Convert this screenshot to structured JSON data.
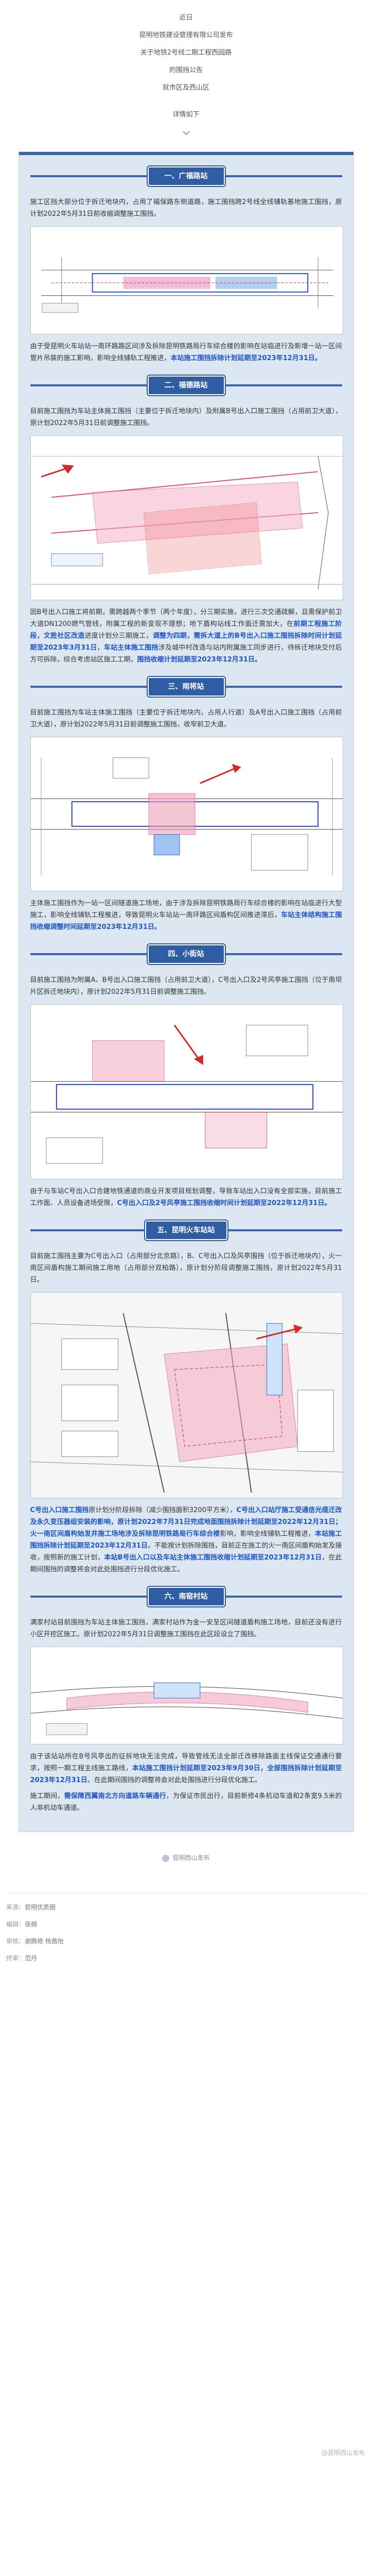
{
  "intro": {
    "line1": "近日",
    "line2": "昆明地铁建设管理有限公司发布",
    "line3": "关于地铁2号线二期工程西园路",
    "line4": "的围挡公告",
    "line5": "就市区及西山区",
    "detail": "详情如下",
    "icon": "chevron-down-icon"
  },
  "accent": "#2f5da4",
  "highlight": "#1e55c8",
  "sections": [
    {
      "title": "一、广福路站",
      "paras": [
        {
          "pre": "施工区挡大部分位于拆迁地块内，占用了福保路东侧道路，施工围挡跨2号线全线铺轨基地施工围挡，原计划2022年5月31日前收缩调整施工围挡。",
          "hl": "",
          "post": ""
        },
        {
          "pre": "由于受昆明火车站站一南环路路区间涉及拆除昆明铁路局行车综合楼的影响在站临进行及新增一站一区间管片吊装的施工影响，影响全线铺轨工程推进，",
          "hl": "本站施工围挡拆除计划延期至2023年12月31日。",
          "post": ""
        }
      ]
    },
    {
      "title": "二、福德路站",
      "paras": [
        {
          "pre": "目前施工围挡为车站主体施工围挡（主要位于拆迁地块内）及附属B号出入口施工围挡（占用前卫大道），原计划2022年5月31日前调整施工围挡。",
          "hl": "",
          "post": ""
        },
        {
          "pre": "因B号出入口施工将前期，需跨越两个季节（两个年度），分三期实施，进行三次交通疏解，且需保护前卫大道DN1200燃气管线，附属工程的新变现不理想；地下盾构站线工作面迁需加大，在",
          "hl": "前期工程施工阶段，文胜社区改造",
          "post": "进度计划分三期施工，",
          "hl2": "调整为四期，需拆大道上的B号出入口施工围挡拆除时间计划延期至2023年3月31日",
          "post2": "，",
          "hl3": "车站主体施工围挡",
          "post3": "涉及城中村改造与站内附属施工同步进行，待拆迁地块交付后方可拆除，综合考虑站区施工工期，",
          "hl4": "围挡收缩计划延期至2023年12月31日。"
        }
      ]
    },
    {
      "title": "三、雨将站",
      "paras": [
        {
          "pre": "目前施工围挡为车站主体施工围挡（主要位于拆迁地块内，占用人行道）及A号出入口施工围挡（占用前卫大道），原计划2022年5月31日前调整施工围挡，收窄前卫大道。",
          "hl": "",
          "post": ""
        },
        {
          "pre": "主体施工围挡作为一站一区间隧道施工场地，由于涉及拆除昆明铁路局行车综合楼的影响在站临进行大型施工，影响全线铺轨工程推进，导致昆明火车站站一南环路区间盾构区间推进滞后，",
          "hl": "车站主体结构施工围挡收缩调整时间延期至2023年12月31日。",
          "post": ""
        }
      ]
    },
    {
      "title": "四、小街站",
      "paras": [
        {
          "pre": "目前施工围挡为附属A、B号出入口施工围挡（占用前卫大道），C号出入口及2号风亭施工围挡（位于南坝片区拆迁地块内），原计划2022年5月31日前调整施工围挡。",
          "hl": "",
          "post": ""
        },
        {
          "pre": "由于与车站C号出入口合建地铁通道的商业开发项目规划调整，导致车站出入口没有全部实施，目前施工工作面、人员设备进场受限，",
          "hl": "C号出入口及2号风亭施工围挡收缩时间计划延期至2022年12月31日。",
          "post": ""
        }
      ]
    },
    {
      "title": "五、昆明火车站站",
      "paras": [
        {
          "pre": "目前施工围挡主要为C号出入口（占用部分北京路），B、C号出入口及风亭围挡（位于拆迁地块内），火一南区间盾构施工期间施工用地（占用部分双柏路），原计划分阶段调整施工围挡，原计划2022年5月31日。",
          "hl": "",
          "post": ""
        },
        {
          "pre": "",
          "hl": "C号出入口施工围挡",
          "post": "原计划分阶段拆除（减少围挡面积3200平方米），",
          "hl2": "C号出入口站厅施工受通信光缆迁改及永久变压器组安装的影响，原计划2022年7月31日完成地面围挡拆除计划延期至2022年12月31日；火一南区间盾构始发井施工场地涉及拆除昆明铁路局行车综合楼",
          "post2": "影响，影响全线铺轨工程推进，",
          "hl3": "本站施工围挡拆除计划延期至2023年12月31日",
          "post3": "。不能按计划拆除围挡，目前正在施工的火一南区间盾构始发及接收，按照新的施工计划，",
          "hl4": "本站B号出入口以及车站主体施工围挡收缩计划延期至2023年12月31日",
          "post4": "，在此期间围挡的调整将会对此处围挡进行分段优化施工。"
        }
      ]
    },
    {
      "title": "六、南窑村站",
      "paras": [
        {
          "pre": "满家村站目前围挡为车站主体施工围挡，满家村站作为金一安至区间隧道盾构施工场地，目前还没有进行小区开挖区施工。原计划2022年5月31日调整施工围挡在此区段设立了围挡。",
          "hl": "",
          "post": ""
        },
        {
          "pre": "由于该站站所在B号风亭出的征拆地块无法完成，导致管线无法全部迁改移除路面主线保证交通通行要求，按照一期工程主线施工路线，",
          "hl": "本站施工围挡计划延期至2023年9月30日，全部围挡拆除计划延期至2023年12月31日",
          "post": "。在此期间围挡的调整将会对此处围挡进行分段优化施工。"
        },
        {
          "pre": "施工期间，",
          "hl": "需保障西翼南北方向道路车辆通行",
          "post": "，为保证市民出行，目前新修4条机动车道和2条宽9.5米的人非机动车通道。"
        }
      ]
    }
  ],
  "footer": {
    "brand": "昆明西山发布",
    "brand_icon": "info-circle-icon"
  },
  "meta": {
    "source_label": "来源：",
    "source": "昆明优质圈",
    "editor_label": "编辑：",
    "editor": "张楠",
    "review_label": "审核：",
    "review": "谢腾艳 杨茜怡",
    "final_label": "终审：",
    "final": "范丹",
    "watermark": "@昆明西山发布"
  }
}
